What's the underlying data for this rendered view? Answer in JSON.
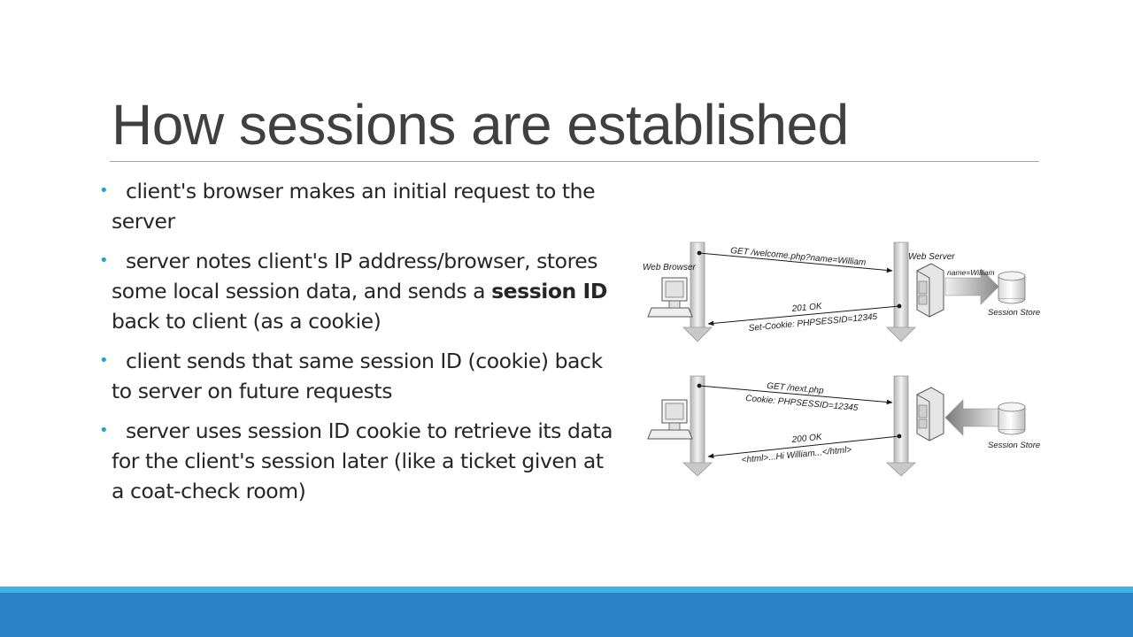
{
  "title": "How sessions are established",
  "bullets": [
    {
      "pre": "client's browser makes an initial request to the server",
      "bold": "",
      "post": ""
    },
    {
      "pre": "server notes client's IP address/browser, stores some local session data, and sends a ",
      "bold": "session ID",
      "post": " back to client (as a cookie)"
    },
    {
      "pre": "client sends that same session ID (cookie) back to server on future requests",
      "bold": "",
      "post": ""
    },
    {
      "pre": "server uses session ID cookie to retrieve its data for the client's session later (like a ticket given at a coat-check room)",
      "bold": "",
      "post": ""
    }
  ],
  "diagram": {
    "browser_label": "Web Browser",
    "server_label": "Web Server",
    "store_label": "Session Store",
    "store_label_2": "Session Store",
    "store_arrow_label": "name=William",
    "exchange1": {
      "request_line1": "GET /welcome.php?name=William",
      "response_line1": "201 OK",
      "response_line2": "Set-Cookie: PHPSESSID=12345"
    },
    "exchange2": {
      "request_line1": "GET /next.php",
      "request_line2": "Cookie: PHPSESSID=12345",
      "response_line1": "200 OK",
      "response_line2": "<html>...Hi William...</html>"
    }
  },
  "colors": {
    "accent_band_light": "#3fb3e6",
    "accent_band_dark": "#2d83c6",
    "bullet": "#2a9fd6"
  }
}
